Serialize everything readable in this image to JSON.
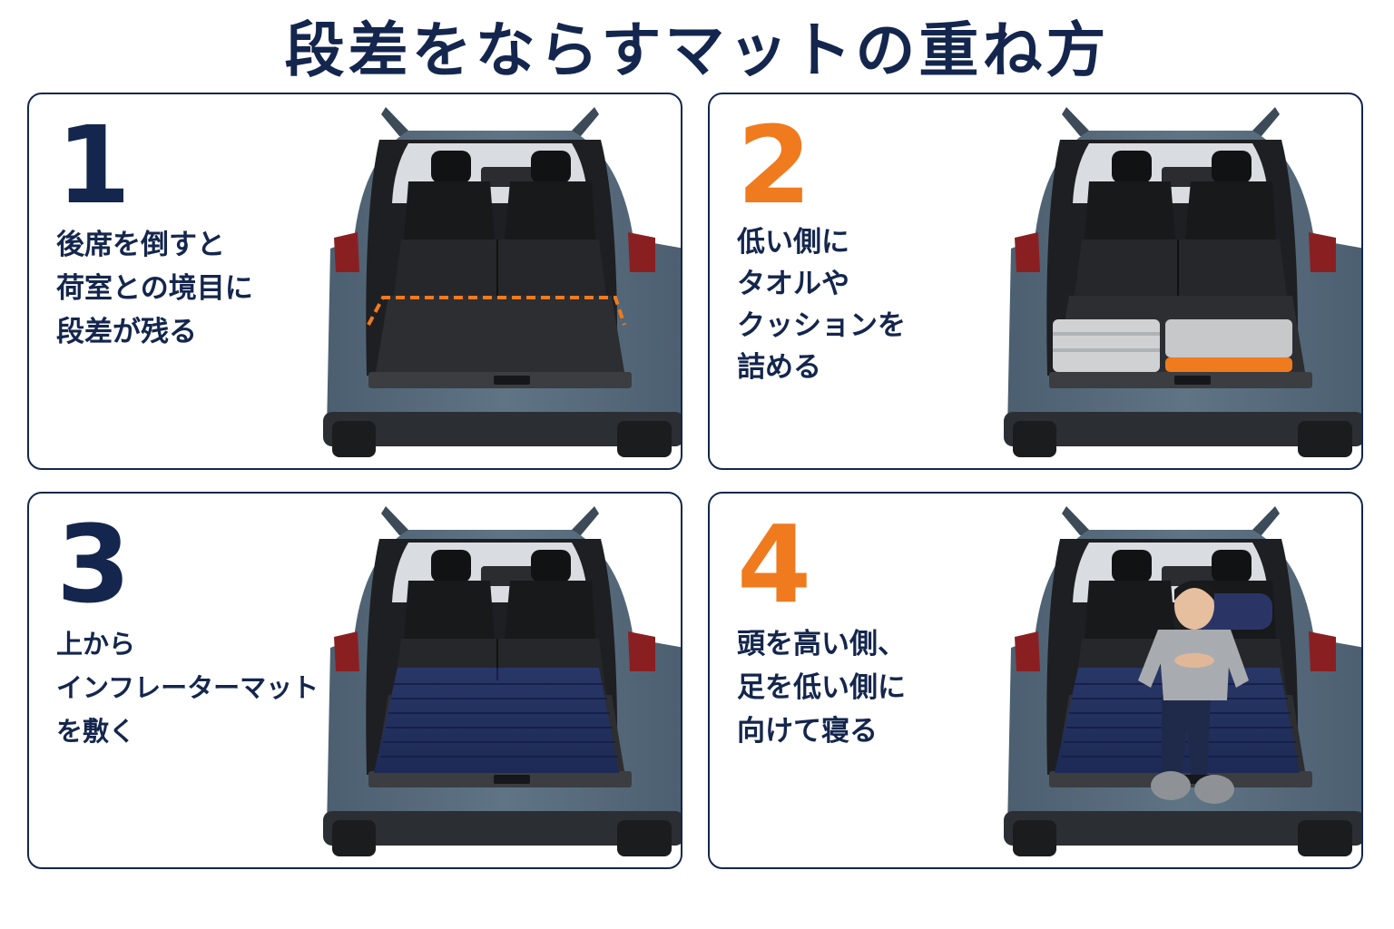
{
  "title": "段差をならすマットの重ね方",
  "colors": {
    "navy": "#14264d",
    "orange": "#f07a1e",
    "car_body": "#5f7485",
    "mat": "#1d2a55"
  },
  "steps": [
    {
      "number": "1",
      "number_color": "#14264d",
      "lines": [
        "後席を倒すと",
        "荷室との境目に",
        "段差が残る"
      ]
    },
    {
      "number": "2",
      "number_color": "#f07a1e",
      "lines": [
        "低い側に",
        "タオルや",
        "クッションを",
        "詰める"
      ]
    },
    {
      "number": "3",
      "number_color": "#14264d",
      "lines": [
        "上から",
        "インフレーターマット",
        "を敷く"
      ]
    },
    {
      "number": "4",
      "number_color": "#f07a1e",
      "lines": [
        "頭を高い側、",
        "足を低い側に",
        "向けて寝る"
      ]
    }
  ]
}
